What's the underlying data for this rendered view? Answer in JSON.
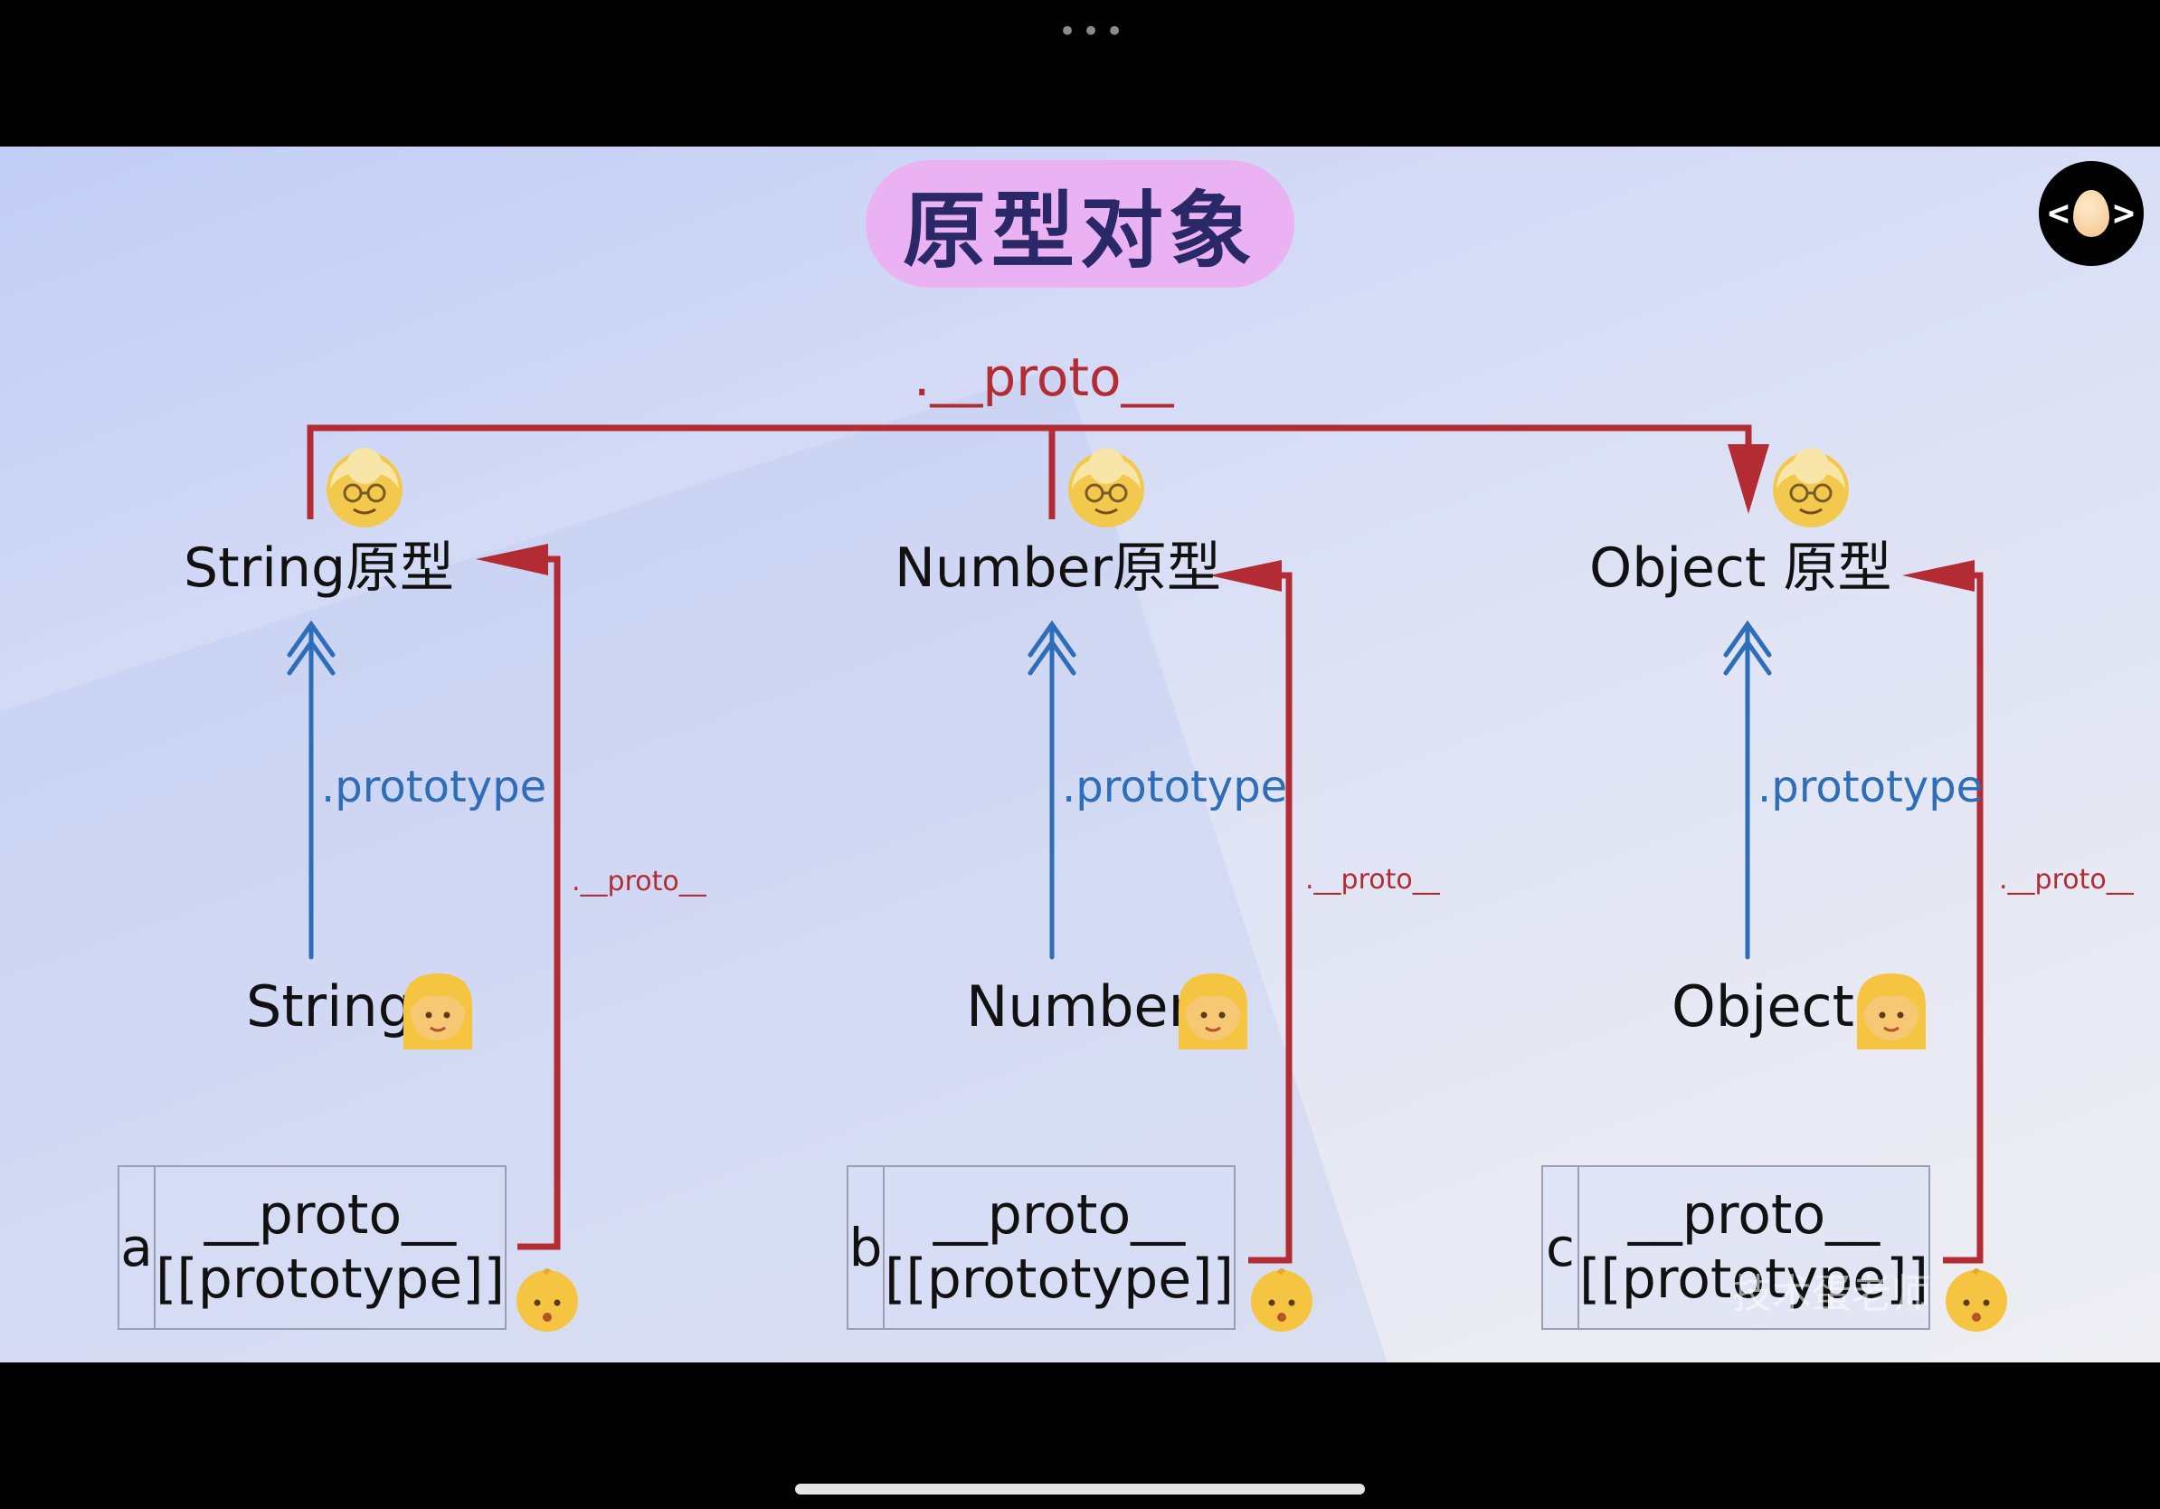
{
  "title": "原型对象",
  "top_link_label": ".__proto__",
  "prototype_link_label": ".prototype",
  "side_link_label": ".__proto__",
  "columns": [
    {
      "proto_name": "String原型",
      "constructor_name": "String",
      "var": "a",
      "field1": "__proto__",
      "field2": "[[prototype]]"
    },
    {
      "proto_name": "Number原型",
      "constructor_name": "Number",
      "var": "b",
      "field1": "__proto__",
      "field2": "[[prototype]]"
    },
    {
      "proto_name": "Object 原型",
      "constructor_name": "Object",
      "var": "c",
      "field1": "__proto__",
      "field2": "[[prototype]]"
    }
  ],
  "icons": {
    "prototype": "older-woman-emoji",
    "constructor": "woman-emoji",
    "instance": "baby-emoji",
    "logo": "egg-logo"
  },
  "watermark": "技术蛋老师",
  "colors": {
    "proto_link": "#b32c33",
    "prototype_link": "#2e6db7",
    "title_pill": "#eab2f2",
    "title_text": "#2a2866"
  }
}
